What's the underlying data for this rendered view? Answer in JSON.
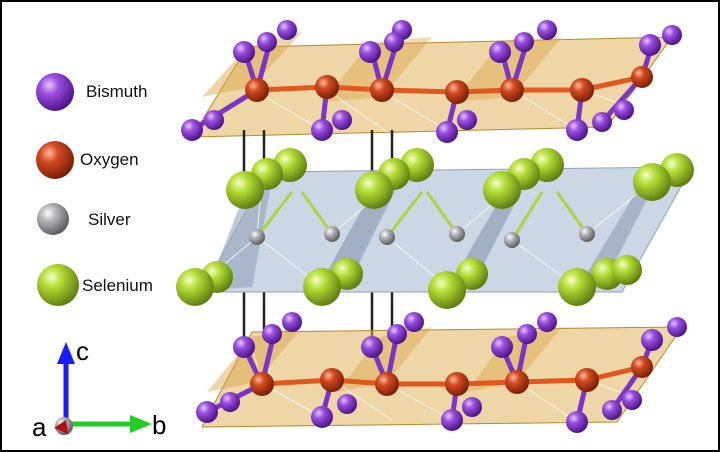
{
  "legend": [
    {
      "id": "bismuth",
      "label": "Bismuth",
      "color": "#8a3fd0"
    },
    {
      "id": "oxygen",
      "label": "Oxygen",
      "color": "#c8431c"
    },
    {
      "id": "silver",
      "label": "Silver",
      "color": "#a9a9ab"
    },
    {
      "id": "selenium",
      "label": "Selenium",
      "color": "#a9d62a"
    }
  ],
  "axes": {
    "c": "c",
    "b": "b",
    "a": "a"
  },
  "colors": {
    "bi_o_layer": "#e0b45c",
    "ag_se_layer": "#a9bdd3",
    "bond_bi": "#7a34c8",
    "bond_o": "#e0581e",
    "interlayer_bond": "#222222"
  }
}
